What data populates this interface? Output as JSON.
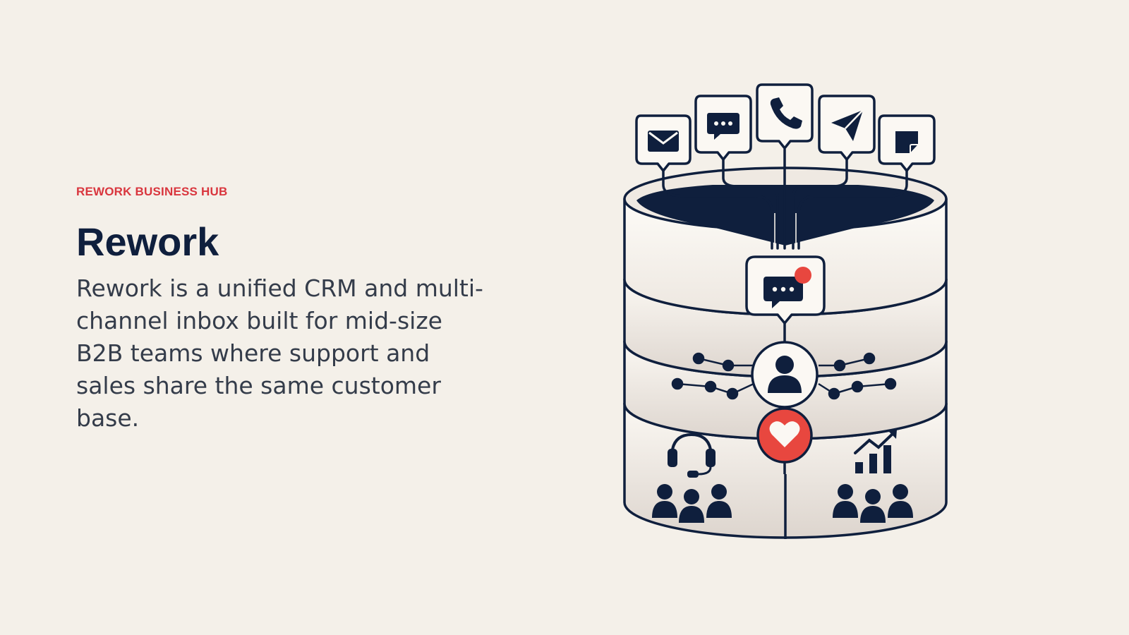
{
  "slide": {
    "eyebrow": "REWORK BUSINESS HUB",
    "title": "Rework",
    "description": "Rework is a unified CRM and multi-channel inbox built for mid-size B2B teams where support and sales share the same customer base."
  },
  "illustration": {
    "channel_icons": [
      "mail-icon",
      "chat-icon",
      "phone-icon",
      "send-icon",
      "note-icon"
    ],
    "hub_icons": [
      "chat-notification-icon",
      "contact-icon",
      "heart-icon"
    ],
    "team_icons": [
      "headset-icon",
      "growth-chart-icon",
      "team-icon"
    ]
  },
  "colors": {
    "navy": "#0f1f3d",
    "accent_red": "#e8473f",
    "background": "#f4f0e9"
  }
}
